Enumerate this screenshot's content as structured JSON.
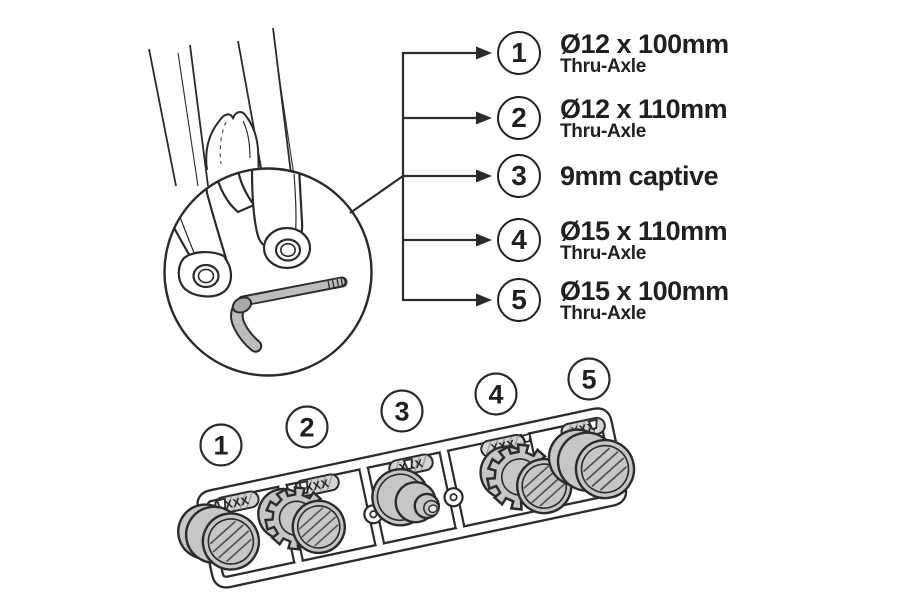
{
  "legend": {
    "items": [
      {
        "number": "1",
        "title": "Ø12 x 100mm",
        "subtitle": "Thru-Axle"
      },
      {
        "number": "2",
        "title": "Ø12 x 110mm",
        "subtitle": "Thru-Axle"
      },
      {
        "number": "3",
        "title": "9mm captive",
        "subtitle": ""
      },
      {
        "number": "4",
        "title": "Ø15 x 110mm",
        "subtitle": "Thru-Axle"
      },
      {
        "number": "5",
        "title": "Ø15 x 100mm",
        "subtitle": "Thru-Axle"
      }
    ]
  },
  "sprue": {
    "part_labels": [
      "1",
      "2",
      "3",
      "4",
      "5"
    ],
    "tag_text": "XXX"
  },
  "colors": {
    "line": "#2b2b2b",
    "text": "#231f20",
    "part_gray": "#c6c6c6",
    "axle_gray": "#bcbcbc",
    "background": "#ffffff"
  }
}
